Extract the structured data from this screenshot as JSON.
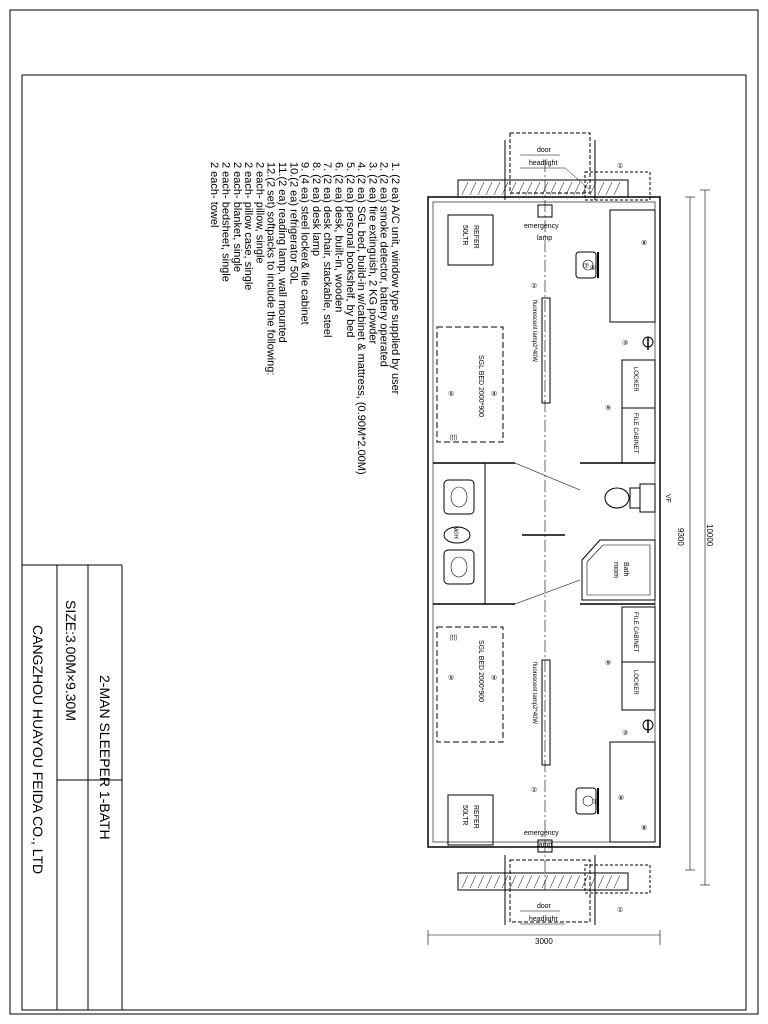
{
  "notes": [
    "1.  (2 ea) A/C unit, window type supplied by user",
    "2.  (2 ea) smoke detector, battery operated",
    "3.  (2 ea) fire extinguish, 2 KG powder",
    "4.  (2 ea) SGL bed, build-in w/cabinet & mattress, (0.90M*2.00M)",
    "5.  (2 ea) personal bookshelf, by bed",
    "6.  (2 ea) desk, built-in, wooden",
    "7.  (2 ea) desk chair, stackable, steel",
    "8.  (2 ea) desk lamp",
    "9.  (4 ea) steel locker& file cabinet",
    "10.(2 ea) refrigerator 50L",
    "11.(2 ea) reading lamp, wall mounted",
    "12.(2 set) softpacks to include the following:",
    "      2 each- pillow, single",
    "    2 each- pillow case, single",
    "  2 each- blanket, single",
    "  2 each- bedsheet, single",
    "2 each- towel"
  ],
  "title_block": {
    "title": "2-MAN SLEEPER   1-BATH",
    "size": "SIZE:3.00M×9.30M",
    "company": "CANGZHOU HUAYOU FEIDA CO., LTD"
  },
  "plan": {
    "door": "door",
    "headlight": "headlight",
    "emergency_lamp_1": "emergency",
    "emergency_lamp_2": "lamp",
    "refer_1": "REFER",
    "refer_2": "50LTR",
    "fluorescent": "fluorescent lamp2*40W",
    "bed": "SGL BED 2000*900",
    "locker": "LOCKER",
    "file_cabinet": "FILE CABINET",
    "bathroom_1": "Bath",
    "bathroom_2": "room",
    "wh": "W/H",
    "vf": "VF",
    "dim_total": "10000",
    "dim_inner": "9300",
    "dim_width": "3000",
    "callout_1": "①",
    "callout_2": "②",
    "callout_3": "③",
    "callout_4": "④",
    "callout_5": "⑤",
    "callout_6": "⑥",
    "callout_7": "⑦",
    "callout_8": "⑧",
    "callout_9": "⑨",
    "callout_11": "⑾"
  }
}
